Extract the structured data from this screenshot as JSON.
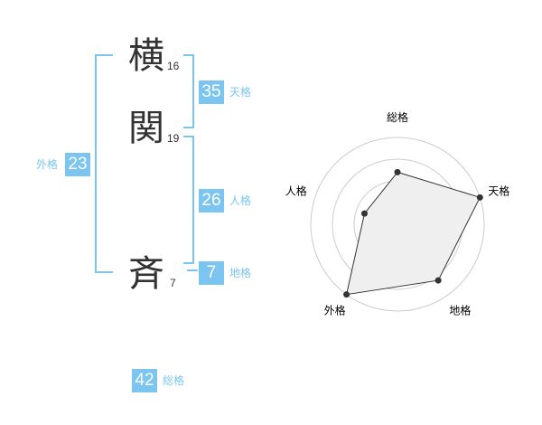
{
  "name": {
    "chars": [
      {
        "char": "横",
        "strokes": "16"
      },
      {
        "char": "関",
        "strokes": "19"
      },
      {
        "char": "斉",
        "strokes": "7"
      }
    ]
  },
  "kakusuu": {
    "tenkaku": {
      "value": "35",
      "label": "天格"
    },
    "jinkaku": {
      "value": "26",
      "label": "人格"
    },
    "chikaku": {
      "value": "7",
      "label": "地格"
    },
    "gaikaku": {
      "value": "23",
      "label": "外格"
    },
    "soukaku": {
      "value": "42",
      "label": "総格"
    }
  },
  "chart_data": {
    "type": "radar",
    "axes": [
      "総格",
      "天格",
      "地格",
      "外格",
      "人格"
    ],
    "values": [
      3,
      5,
      4,
      5,
      2
    ],
    "rmax": 5,
    "rings": 4,
    "colors": {
      "fill": "#efefef",
      "stroke": "#333333",
      "grid": "#cccccc",
      "point": "#333333"
    }
  },
  "colors": {
    "accent": "#7cc5f0"
  }
}
